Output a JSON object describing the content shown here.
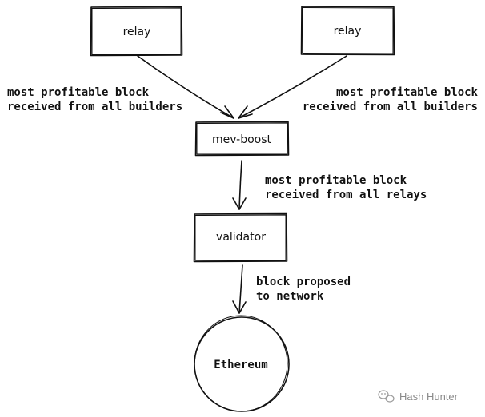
{
  "nodes": {
    "relay_left": "relay",
    "relay_right": "relay",
    "mev_boost": "mev-boost",
    "validator": "validator",
    "ethereum": "Ethereum"
  },
  "edges": {
    "left_line1": "most profitable block",
    "left_line2": "received from all builders",
    "right_line1": "most profitable block",
    "right_line2": "received from all builders",
    "boost_line1": "most profitable block",
    "boost_line2": "received from all relays",
    "validator_line1": "block proposed",
    "validator_line2": "to network"
  },
  "watermark": {
    "icon": "wechat-icon",
    "text": "Hash Hunter"
  }
}
